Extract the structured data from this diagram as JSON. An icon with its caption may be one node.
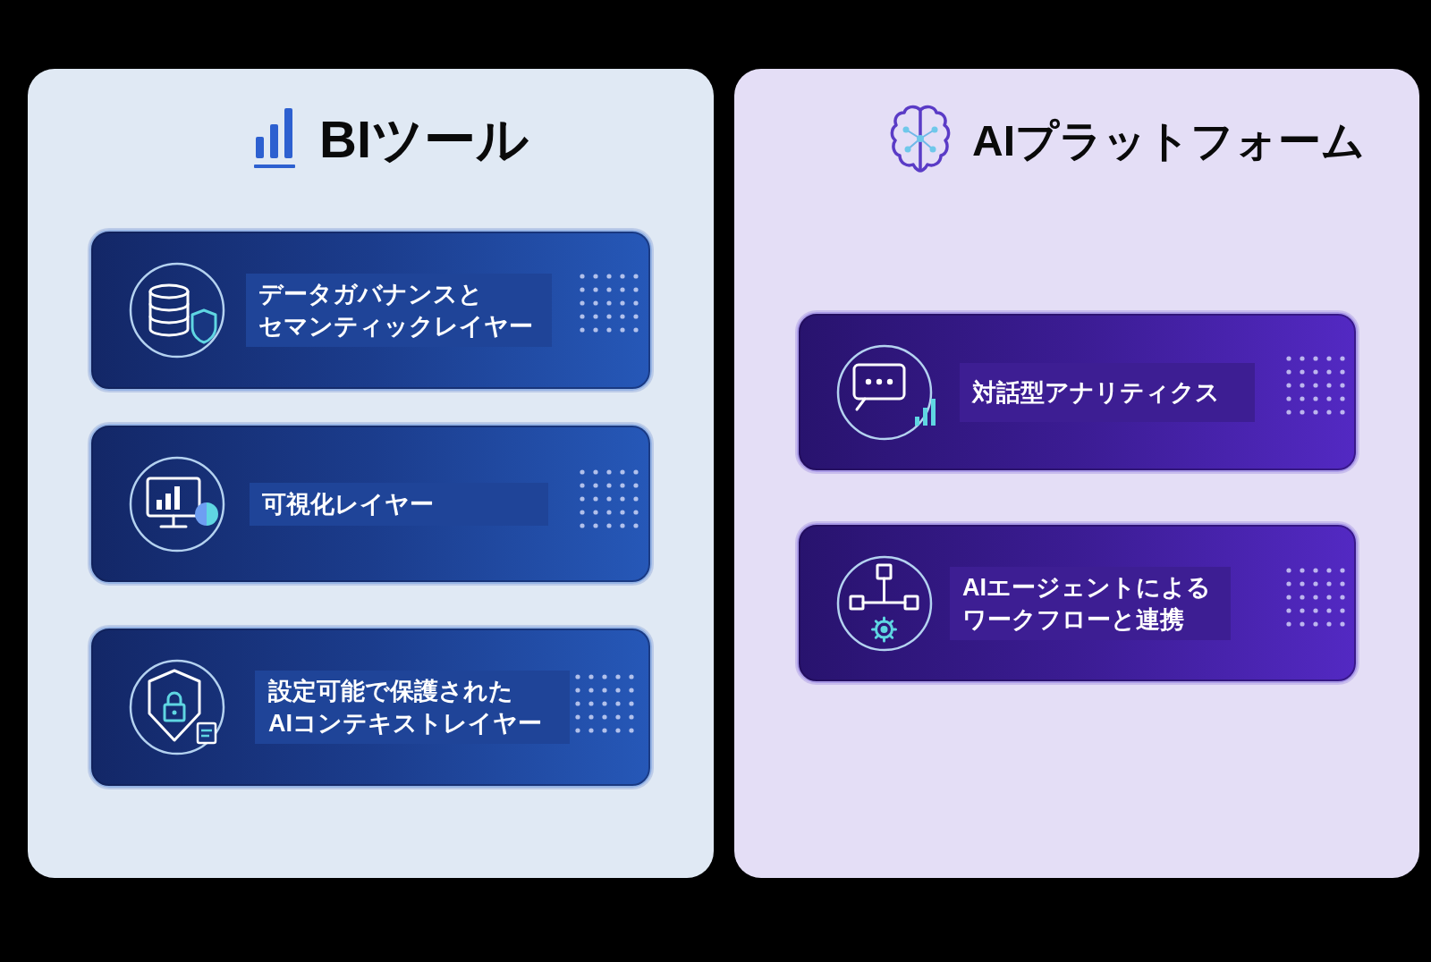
{
  "diagram": {
    "nodes": [
      {
        "text": [
          "BIツール"
        ]
      },
      {
        "text": [
          "データガバナンスとセマンティックレイヤー"
        ],
        "in": 0
      },
      {
        "text": [
          "可視化レイヤー"
        ],
        "in": 0
      },
      {
        "text": [
          "設定可能で保護されたAIコンテキストレイヤー"
        ],
        "in": 0
      },
      {
        "text": [
          "AIプラットフォーム"
        ]
      },
      {
        "text": [
          "対話型アナリティクス"
        ],
        "in": 4
      },
      {
        "text": [
          "AIエージェントによるワークフローと連携"
        ],
        "in": 4
      }
    ]
  }
}
